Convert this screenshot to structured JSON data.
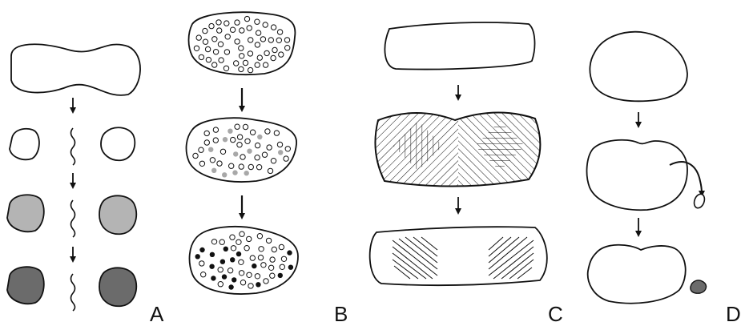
{
  "panels": [
    {
      "label": "A"
    },
    {
      "label": "B"
    },
    {
      "label": "C"
    },
    {
      "label": "D"
    }
  ],
  "colors": {
    "stroke": "#111111",
    "light_gray": "#b4b4b4",
    "dark_gray": "#6b6b6b",
    "dot_gray": "#a8a8a8",
    "dot_black": "#111111",
    "background": "#ffffff"
  },
  "icons": [
    "down-arrow-icon",
    "wavy-line-icon",
    "curved-arrow-icon"
  ]
}
